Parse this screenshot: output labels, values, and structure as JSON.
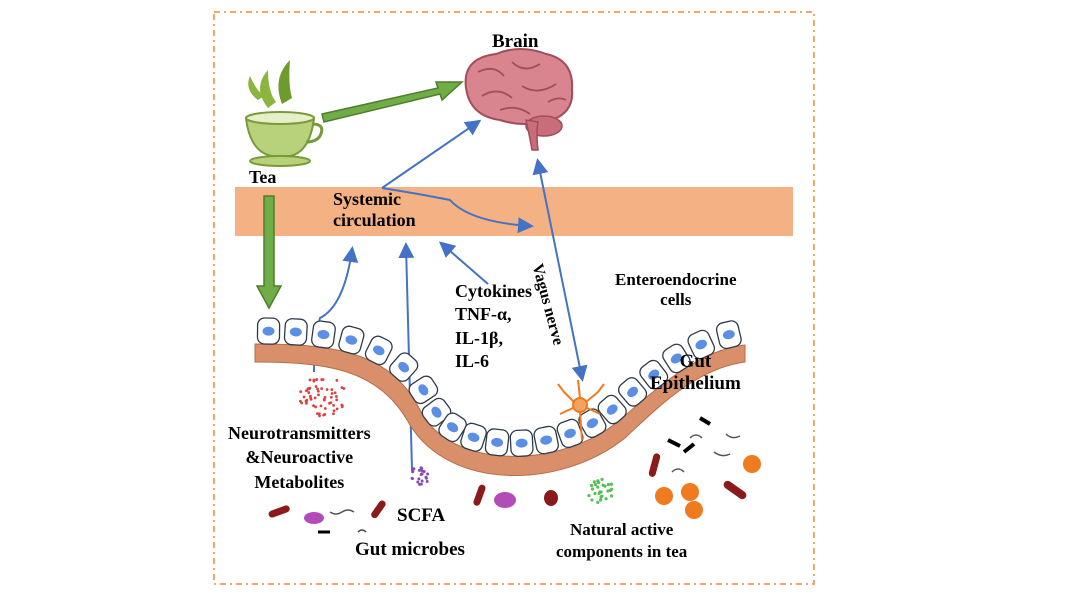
{
  "labels": {
    "brain": "Brain",
    "tea": "Tea",
    "systemic_line1": "Systemic",
    "systemic_line2": "circulation",
    "cytokines": [
      "Cytokines",
      "TNF-α,",
      "IL-1β,",
      "IL-6"
    ],
    "vagus_nerve": "Vagus nerve",
    "enteroendocrine_line1": "Enteroendocrine",
    "enteroendocrine_line2": "cells",
    "gut_line1": "Gut",
    "gut_line2": "Epithelium",
    "neuro": [
      "Neurotransmitters",
      "&Neuroactive",
      "Metabolites"
    ],
    "scfa": "SCFA",
    "gut_microbes": "Gut microbes",
    "natural_line1": "Natural active",
    "natural_line2": "components in tea"
  },
  "colors": {
    "frame": "#f0a86a",
    "circulation_band": "#f4b183",
    "green_arrow": "#70ad47",
    "blue_arrow": "#4472c4",
    "epithelium_band": "#d9906a",
    "nucleus": "#5b8fe6",
    "brain": "#d9858f",
    "microbe_red": "#8b1a1a",
    "microbe_orange": "#f07a20",
    "microbe_purple": "#b24cb8"
  }
}
